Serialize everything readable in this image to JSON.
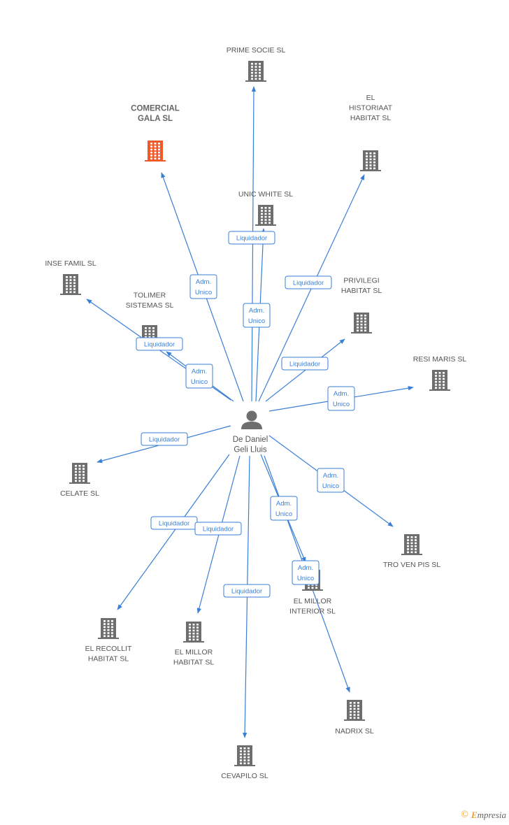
{
  "center": {
    "label": [
      "De Daniel",
      "Geli Lluis"
    ]
  },
  "companies": [
    {
      "id": "prime",
      "label": [
        "PRIME SOCIE SL"
      ],
      "bold": false
    },
    {
      "id": "comercial",
      "label": [
        "COMERCIAL",
        "GALA SL"
      ],
      "bold": true
    },
    {
      "id": "historiaat",
      "label": [
        "EL",
        "HISTORIAAT",
        "HABITAT SL"
      ],
      "bold": false
    },
    {
      "id": "unic",
      "label": [
        "UNIC WHITE SL"
      ],
      "bold": false
    },
    {
      "id": "inse",
      "label": [
        "INSE FAMIL SL"
      ],
      "bold": false
    },
    {
      "id": "tolimer",
      "label": [
        "TOLIMER",
        "SISTEMAS SL"
      ],
      "bold": false
    },
    {
      "id": "privilegi",
      "label": [
        "PRIVILEGI",
        "HABITAT SL"
      ],
      "bold": false
    },
    {
      "id": "resi",
      "label": [
        "RESI MARIS SL"
      ],
      "bold": false
    },
    {
      "id": "celate",
      "label": [
        "CELATE SL"
      ],
      "bold": false
    },
    {
      "id": "troven",
      "label": [
        "TRO VEN PIS SL"
      ],
      "bold": false
    },
    {
      "id": "interior",
      "label": [
        "EL MILLOR",
        "INTERIOR SL"
      ],
      "bold": false
    },
    {
      "id": "recollit",
      "label": [
        "EL RECOLLIT",
        "HABITAT SL"
      ],
      "bold": false
    },
    {
      "id": "millorhab",
      "label": [
        "EL MILLOR",
        "HABITAT SL"
      ],
      "bold": false
    },
    {
      "id": "nadrix",
      "label": [
        "NADRIX  SL"
      ],
      "bold": false
    },
    {
      "id": "cevapilo",
      "label": [
        "CEVAPILO SL"
      ],
      "bold": false
    }
  ],
  "relations": [
    {
      "to": "prime",
      "label": [
        "Liquidador"
      ]
    },
    {
      "to": "comercial",
      "label": [
        "Adm.",
        "Unico"
      ]
    },
    {
      "to": "unic",
      "label": [
        "Adm.",
        "Unico"
      ]
    },
    {
      "to": "historiaat",
      "label": [
        "Liquidador"
      ]
    },
    {
      "to": "inse",
      "label": [
        "Liquidador"
      ]
    },
    {
      "to": "tolimer",
      "label": [
        "Adm.",
        "Unico"
      ]
    },
    {
      "to": "privilegi",
      "label": [
        "Liquidador"
      ]
    },
    {
      "to": "resi",
      "label": [
        "Adm.",
        "Unico"
      ]
    },
    {
      "to": "celate",
      "label": [
        "Liquidador"
      ]
    },
    {
      "to": "troven",
      "label": [
        "Adm.",
        "Unico"
      ]
    },
    {
      "to": "interior",
      "label": [
        "Adm.",
        "Unico"
      ]
    },
    {
      "to": "nadrix",
      "label": [
        "Adm.",
        "Unico"
      ]
    },
    {
      "to": "recollit",
      "label": [
        "Liquidador"
      ]
    },
    {
      "to": "millorhab",
      "label": [
        "Liquidador"
      ]
    },
    {
      "to": "cevapilo",
      "label": [
        "Liquidador"
      ]
    }
  ],
  "colors": {
    "edge": "#3a7fd6",
    "building": "#6e6e6e",
    "building_highlight": "#f05a28",
    "text": "#555555",
    "person": "#6e6e6e"
  },
  "footer": {
    "copyright": "©",
    "brand_initial": "E",
    "brand_rest": "mpresia"
  }
}
